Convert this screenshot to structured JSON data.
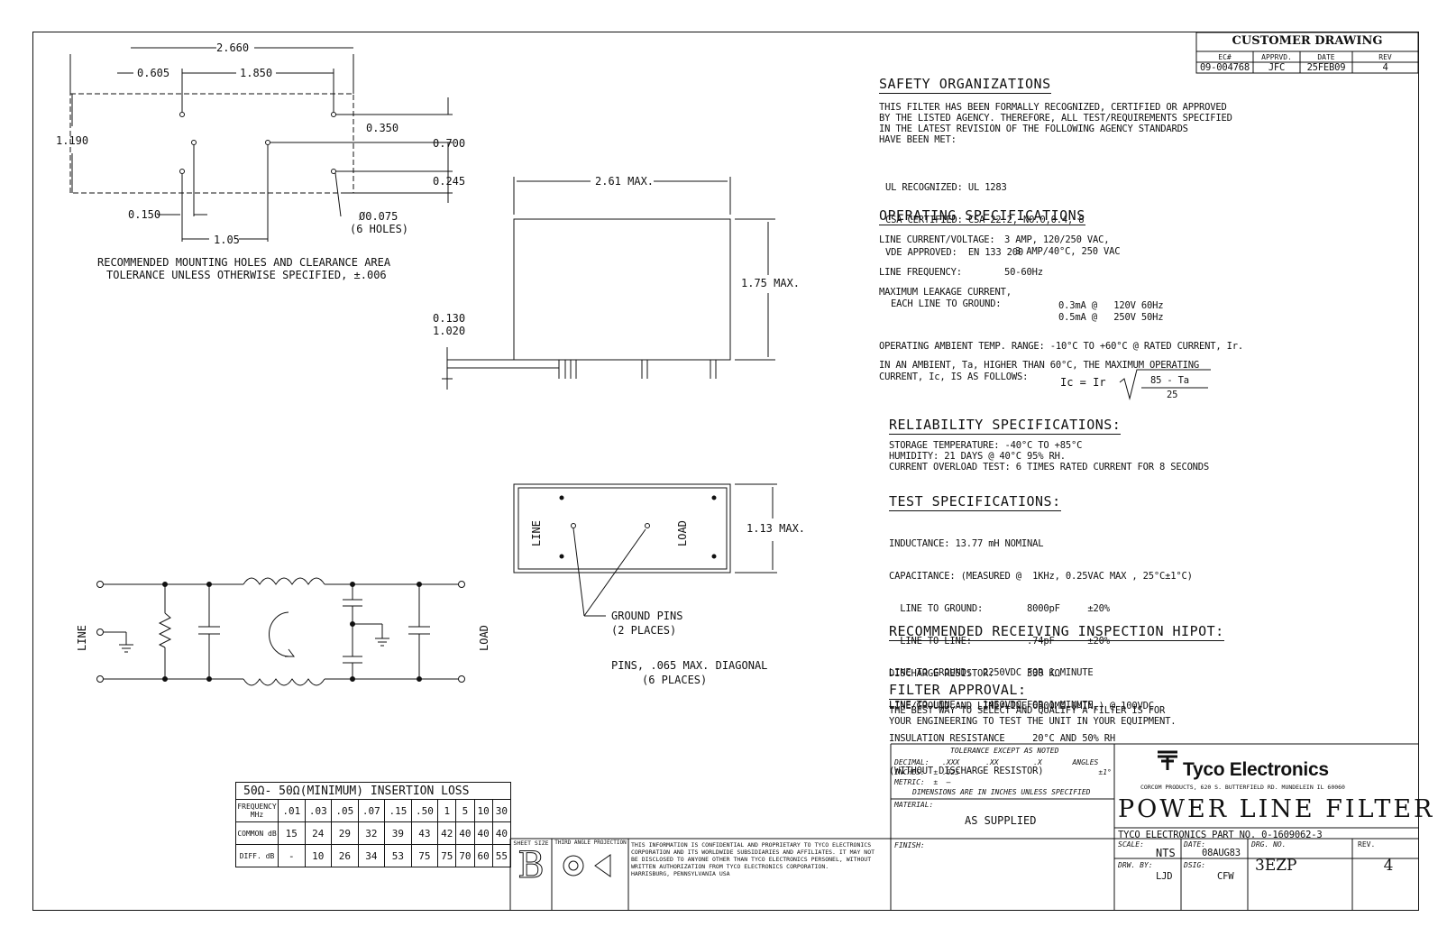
{
  "drawing": {
    "customer_drawing": "CUSTOMER DRAWING",
    "rev_table": {
      "headers": [
        "EC#",
        "APPRVD.",
        "DATE",
        "REV"
      ],
      "values": [
        "09-004768",
        "JFC",
        "25FEB09",
        "4"
      ]
    }
  },
  "mounting": {
    "dims": {
      "d2660": "2.660",
      "d0605": "0.605",
      "d1850": "1.850",
      "d1190": "1.190",
      "d0350": "0.350",
      "d0700": "0.700",
      "d0245": "0.245",
      "d0150": "0.150",
      "d105": "1.05",
      "holes1": "Ø0.075",
      "holes2": "(6 HOLES)"
    },
    "caption1": "RECOMMENDED MOUNTING HOLES AND CLEARANCE AREA",
    "caption2": "TOLERANCE UNLESS OTHERWISE SPECIFIED, ±.006"
  },
  "side_view": {
    "width": "2.61 MAX.",
    "height": "1.75 MAX.",
    "pin1": "0.130",
    "pin2": "1.020"
  },
  "top_view": {
    "line": "LINE",
    "load": "LOAD",
    "height": "1.13 MAX.",
    "ground1": "GROUND PINS",
    "ground2": "(2 PLACES)",
    "pins1": "PINS, .065 MAX. DIAGONAL",
    "pins2": "(6 PLACES)"
  },
  "schematic": {
    "line": "LINE",
    "load": "LOAD"
  },
  "safety": {
    "title": "SAFETY ORGANIZATIONS",
    "para": [
      "THIS FILTER HAS BEEN FORMALLY RECOGNIZED, CERTIFIED OR APPROVED",
      "BY THE LISTED AGENCY. THEREFORE, ALL TEST/REQUIREMENTS SPECIFIED",
      "IN THE LATEST REVISION OF THE FOLLOWING AGENCY STANDARDS",
      "HAVE BEEN MET:"
    ],
    "items": [
      "UL RECOGNIZED: UL 1283",
      "CSA CERTIFIED: CSA 22.2, NO.0,0.4, 8",
      "VDE APPROVED:  EN 133 200"
    ]
  },
  "operating": {
    "title": "OPERATING SPECIFICATIONS",
    "current_label": "LINE CURRENT/VOLTAGE:",
    "current_1": "3 AMP, 120/250 VAC,",
    "current_2": "3 AMP/40°C, 250 VAC",
    "freq_label": "LINE FREQUENCY:",
    "freq": "50-60Hz",
    "leak_1": "MAXIMUM LEAKAGE CURRENT,",
    "leak_2": "EACH LINE TO GROUND:",
    "leak_3": "0.3mA @   120V 60Hz",
    "leak_4": "0.5mA @   250V 50Hz",
    "ambient": "OPERATING AMBIENT TEMP. RANGE: -10°C TO +60°C @ RATED CURRENT, Ir.",
    "ambient2_1": "IN AN AMBIENT, Ta, HIGHER THAN 60°C, THE MAXIMUM OPERATING",
    "ambient2_2": "CURRENT, Ic, IS AS FOLLOWS:",
    "formula_lhs": "Ic = Ir",
    "formula_num": "85 - Ta",
    "formula_den": "25"
  },
  "reliability": {
    "title": "RELIABILITY SPECIFICATIONS:",
    "lines": [
      "STORAGE TEMPERATURE: -40°C TO +85°C",
      "HUMIDITY:  21 DAYS @ 40°C 95% RH.",
      "CURRENT OVERLOAD TEST: 6 TIMES RATED CURRENT  FOR 8 SECONDS"
    ]
  },
  "test": {
    "title": "TEST SPECIFICATIONS:",
    "lines": [
      "INDUCTANCE: 13.77 mH NOMINAL",
      "CAPACITANCE: (MEASURED @  1KHz, 0.25VAC MAX , 25°C±1°C)",
      "  LINE TO GROUND:        8000pF     ±20%",
      "  LINE TO LINE:          .74pF      ±20%",
      "DISCHARGE RESISTOR:      330 KΩ",
      "LINE/GROUND AND LINE/LINE 6000MΩ (MIN.) @ 100VDC",
      "INSULATION RESISTANCE     20°C AND 50% RH",
      "(WITHOUT DISCHARGE RESISTOR)"
    ]
  },
  "hipot": {
    "title": "RECOMMENDED RECEIVING INSPECTION HIPOT:",
    "lines": [
      "LINE TO GROUND:  2250VDC FOR 1 MINUTE",
      "LINE TO LINE:    1450VDC FOR 1 MINUTE"
    ]
  },
  "approval": {
    "title": "FILTER APPROVAL:",
    "lines": [
      "THE BEST WAY TO SELECT AND QUALIFY A FILTER IS FOR",
      "YOUR ENGINEERING TO TEST THE UNIT IN YOUR EQUIPMENT."
    ]
  },
  "insertion_loss": {
    "title": "50Ω- 50Ω(MINIMUM) INSERTION LOSS",
    "rows": [
      {
        "label": "FREQUENCY MHz",
        "values": [
          ".01",
          ".03",
          ".05",
          ".07",
          ".15",
          ".50",
          "1",
          "5",
          "10",
          "30"
        ]
      },
      {
        "label": "COMMON dB",
        "values": [
          "15",
          "24",
          "29",
          "32",
          "39",
          "43",
          "42",
          "40",
          "40",
          "40"
        ]
      },
      {
        "label": "DIFF. dB",
        "values": [
          "-",
          "10",
          "26",
          "34",
          "53",
          "75",
          "75",
          "70",
          "60",
          "55"
        ]
      }
    ]
  },
  "title_block": {
    "sheet_size_label": "SHEET SIZE",
    "sheet_size": "B",
    "projection_label": "THIRD ANGLE PROJECTION",
    "confidential": [
      "THIS INFORMATION IS CONFIDENTIAL AND PROPRIETARY TO TYCO ELECTRONICS",
      "CORPORATION AND ITS WORLDWIDE SUBSIDIARIES AND AFFILIATES. IT MAY NOT",
      "BE DISCLOSED TO ANYONE OTHER THAN TYCO ELECTRONICS PERSONEL, WITHOUT",
      "WRITTEN AUTHORIZATION FROM TYCO ELECTRONICS CORPORATION.",
      "HARRISBURG, PENNSYLVANIA USA"
    ],
    "tolerance_title": "TOLERANCE EXCEPT AS NOTED",
    "tol_decimal": "DECIMAL:   .XXX      .XX        .X       ANGLES",
    "tol_inches": "INCHES:  ± .025                                ±1°",
    "tol_metric": "METRIC:  ±  —",
    "tol_dims": "DIMENSIONS ARE IN INCHES UNLESS SPECIFIED",
    "material_label": "MATERIAL:",
    "material": "AS SUPPLIED",
    "finish_label": "FINISH:",
    "company": "Tyco Electronics",
    "address": "CORCOM PRODUCTS, 620 S. BUTTERFIELD RD. MUNDELEIN IL 60060",
    "product_title": "POWER LINE FILTER",
    "part_no": "TYCO ELECTRONICS PART NO.  0-1609062-3",
    "scale_label": "SCALE:",
    "scale": "NTS",
    "date_label": "DATE:",
    "date": "08AUG83",
    "drg_label": "DRG. NO.",
    "drg": "3EZP",
    "rev_label": "REV.",
    "rev": "4",
    "drw_label": "DRW. BY:",
    "drw": "LJD",
    "dsig_label": "DSIG:",
    "dsig": "CFW"
  }
}
